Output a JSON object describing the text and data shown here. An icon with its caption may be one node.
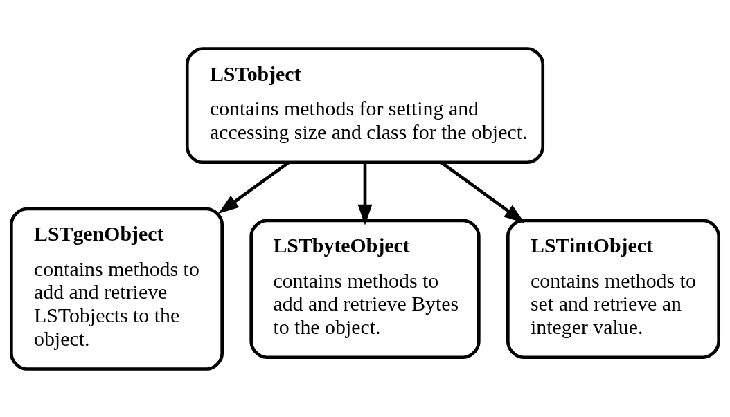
{
  "diagram": {
    "nodes": [
      {
        "text": [
          "LSTobject",
          "contains methods for setting and accessing size and class for the object."
        ]
      },
      {
        "text": [
          "LSTgenObject",
          "contains methods to add and retrieve LSTobjects to the object."
        ]
      },
      {
        "text": [
          "LSTbyteObject",
          "contains methods to add and retrieve Bytes to the object."
        ]
      },
      {
        "text": [
          "LSTintObject",
          "contains methods to set and retrieve an integer value."
        ]
      }
    ],
    "edges": [
      {
        "from": 0,
        "to": 1,
        "arrow": "to"
      },
      {
        "from": 0,
        "to": 2,
        "arrow": "to"
      },
      {
        "from": 0,
        "to": 3,
        "arrow": "to"
      }
    ]
  }
}
